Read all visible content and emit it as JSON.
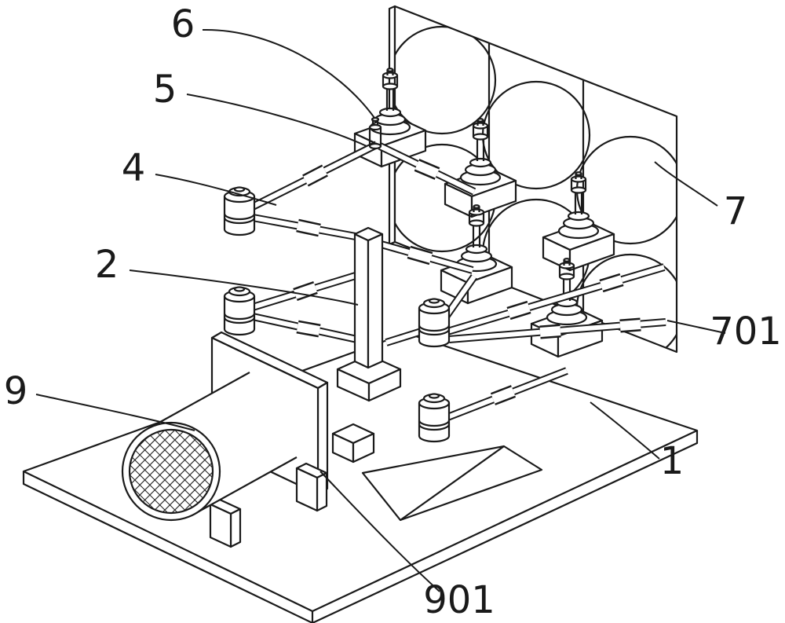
{
  "figure": {
    "type": "patent_line_drawing",
    "labels": [
      {
        "id": "6",
        "text": "6"
      },
      {
        "id": "5",
        "text": "5"
      },
      {
        "id": "4",
        "text": "4"
      },
      {
        "id": "2",
        "text": "2"
      },
      {
        "id": "9",
        "text": "9"
      },
      {
        "id": "7",
        "text": "7"
      },
      {
        "id": "701",
        "text": "701"
      },
      {
        "id": "1",
        "text": "1"
      },
      {
        "id": "901",
        "text": "901"
      }
    ]
  },
  "colors": {
    "line": "#1a1a1a",
    "background": "#ffffff"
  }
}
